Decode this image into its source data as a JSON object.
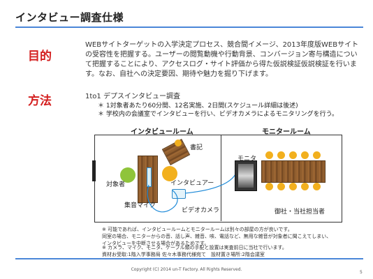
{
  "header": {
    "title": "インタビュー調査仕様"
  },
  "purpose": {
    "heading": "目的",
    "text": "WEBサイトターゲットの入学決定プロセス、競合間イメージ、2013年度版WEBサイトの受容性を把握する。ユーザーの閲覧動機や行動背景、コンバージョン寄与構造について把握することにより、アクセスログ・サイト評価から得た仮説検証仮説検証を行います。なお、自社への決定要因、期待や魅力を掘り下げます。"
  },
  "method": {
    "heading": "方法",
    "line1": "1to1 デプスインタビュー調査",
    "bullet1": "＊ 1対象者あたり60分間、12名実施、2日間(スケジュール詳細は後述)",
    "bullet2": "＊ 学校内の会議室でインタビューを行い、ビデオカメラによるモニタリングを行う。"
  },
  "diagram": {
    "interview_room": "インタビュールーム",
    "monitor_room": "モニタールーム",
    "scribe": "書記",
    "subject": "対象者",
    "interviewer": "インタビュアー",
    "mic": "集音マイク",
    "video_camera": "ビデオカメラ",
    "monitor": "モニタ",
    "observers": "御社・当社担当者"
  },
  "notes": {
    "note1": "※ 可能であれば、インタビュールームとモニタールームは別々の部屋の方が良いです。\n同室の場合、モニターからの音、話し声、雑音、咳、電話など、無用な雑音が対象者に聞こえてしまい、\nインタビューを中断させる場合があるためです。",
    "note2": "※ カメラ、マイク、モニタ、ケーブル類の手配と設置は実査前日に当社で行います。\n資材お受取:1階入学事務局 佐々木事務代様宛て　設材置き場所:2階会議室"
  },
  "footer": {
    "copyright": "Copyright (C) 2014 un-T Factory. All Rights Reserved.",
    "page": "5"
  },
  "colors": {
    "accent_red": "#d42020",
    "rule_blue": "#4a86d8",
    "seat_green": "#8fc43a",
    "seat_orange": "#f2b01e"
  }
}
